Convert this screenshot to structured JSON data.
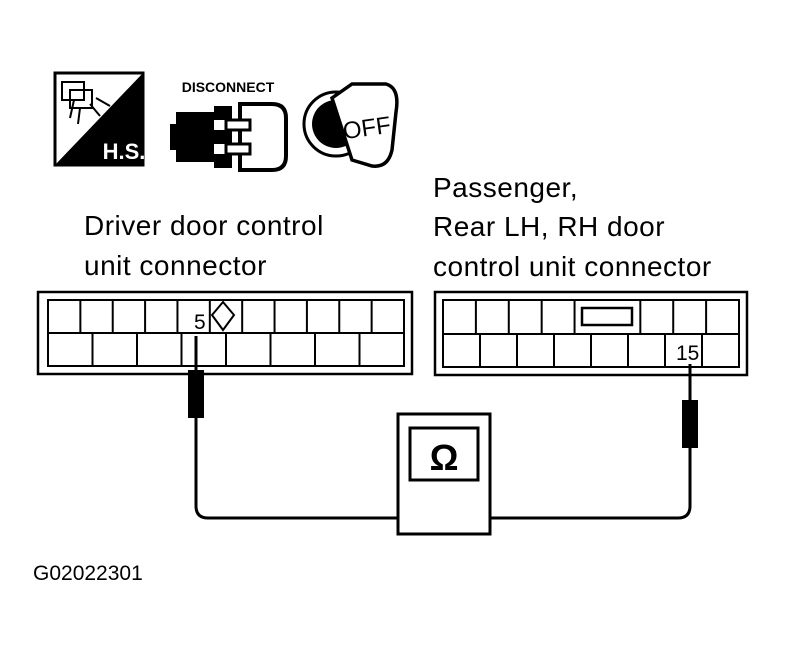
{
  "icons": {
    "harness_side_label": "H.S.",
    "disconnect_label": "DISCONNECT",
    "ignition_label": "OFF"
  },
  "driver_connector": {
    "label_lines": [
      "Driver door control",
      "unit connector"
    ],
    "terminal": "5"
  },
  "passenger_connector": {
    "label_lines": [
      "Passenger,",
      "Rear LH, RH door",
      "control unit connector"
    ],
    "terminal": "15"
  },
  "meter": {
    "symbol": "Ω"
  },
  "figure_code": "G02022301"
}
